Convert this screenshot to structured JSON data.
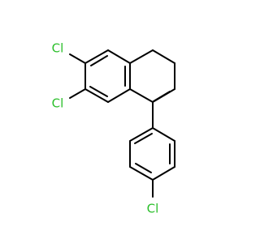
{
  "molecule": {
    "atom_labels": {
      "cl_top": "Cl",
      "cl_middle": "Cl",
      "cl_bottom": "Cl"
    },
    "colors": {
      "bond": "#000000",
      "chlorine": "#2bbf2b",
      "background": "#ffffff"
    }
  }
}
